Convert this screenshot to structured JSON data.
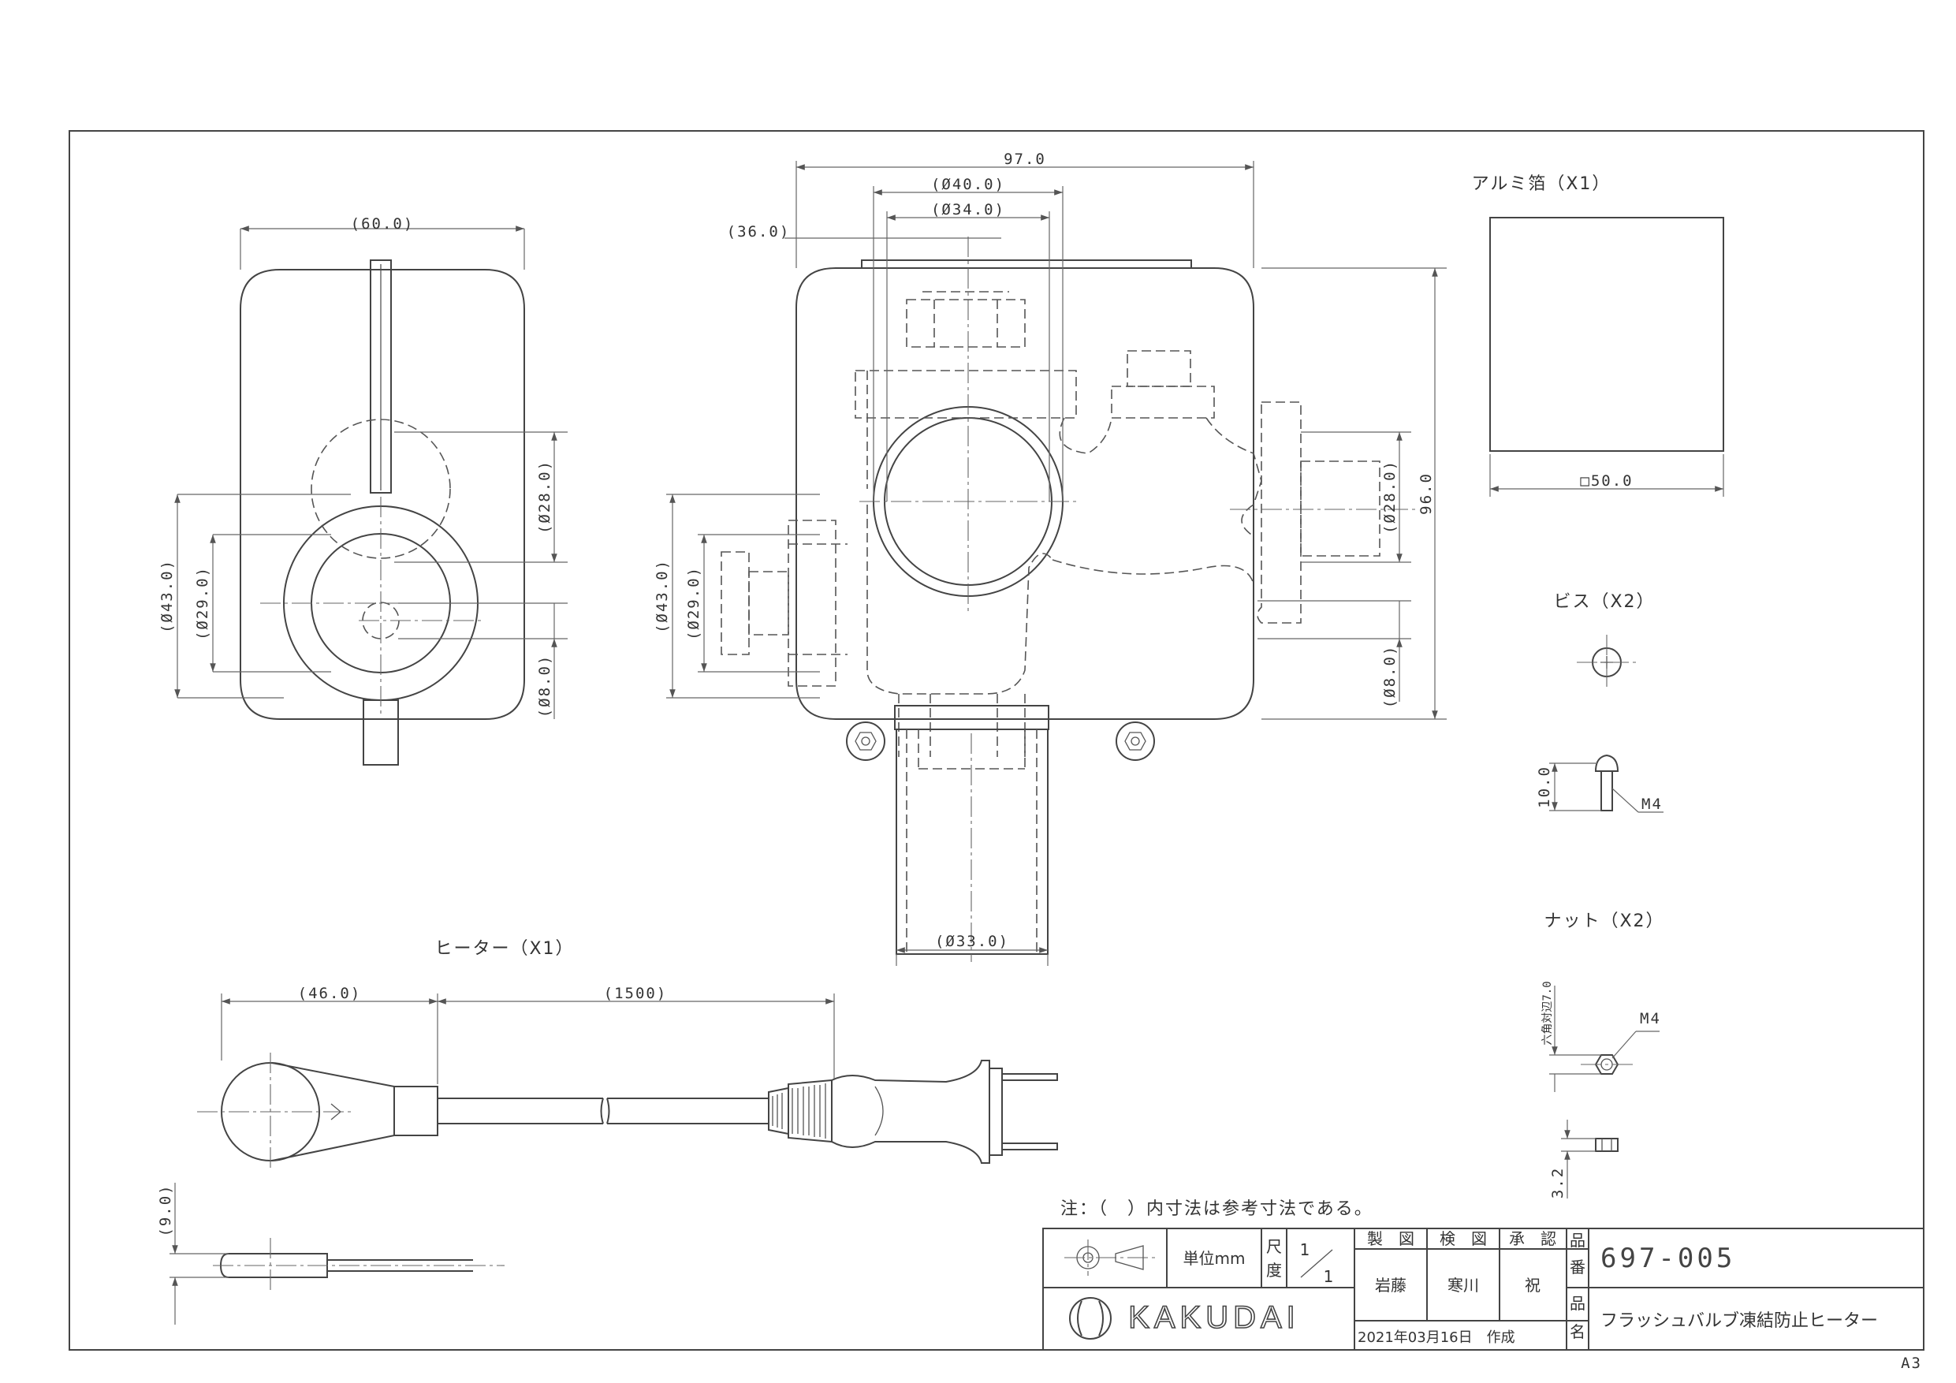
{
  "dimensions": {
    "side_width": "(60.0)",
    "side_dia43": "(Ø43.0)",
    "side_dia29": "(Ø29.0)",
    "side_dia28": "(Ø28.0)",
    "side_dia8": "(Ø8.0)",
    "front_width": "97.0",
    "front_dia40": "(Ø40.0)",
    "front_dia34": "(Ø34.0)",
    "front_offset36": "(36.0)",
    "front_height": "96.0",
    "front_dia43": "(Ø43.0)",
    "front_dia29": "(Ø29.0)",
    "front_dia28": "(Ø28.0)",
    "front_dia8": "(Ø8.0)",
    "front_dia33": "(Ø33.0)",
    "heater_clamp": "(46.0)",
    "heater_cord": "(1500)",
    "heater_thickness": "(9.0)",
    "foil_size": "□50.0",
    "screw_length": "10.0",
    "screw_thread": "M4",
    "nut_thread": "M4",
    "nut_hex": "六角対辺7.0",
    "nut_thickness": "3.2"
  },
  "parts": {
    "foil": "アルミ箔（X1）",
    "screw": "ビス（X2）",
    "nut": "ナット（X2）",
    "heater": "ヒーター（X1）"
  },
  "note": "注：（　）内寸法は参考寸法である。",
  "title_block": {
    "unit_label": "単位mm",
    "scale_label_1": "尺",
    "scale_label_2": "度",
    "scale_num": "1",
    "scale_den": "1",
    "made_label": "製　図",
    "checked_label": "検　図",
    "approved_label": "承　認",
    "made_by": "岩藤",
    "checked_by": "寒川",
    "approved_by": "祝",
    "date_text": "2021年03月16日　作成",
    "part_no_label_1": "品",
    "part_no_label_2": "番",
    "part_name_label_1": "品",
    "part_name_label_2": "名",
    "part_no": "697-005",
    "part_name": "フラッシュバルブ凍結防止ヒーター",
    "brand": "KAKUDAI",
    "sheet_size": "A3"
  }
}
